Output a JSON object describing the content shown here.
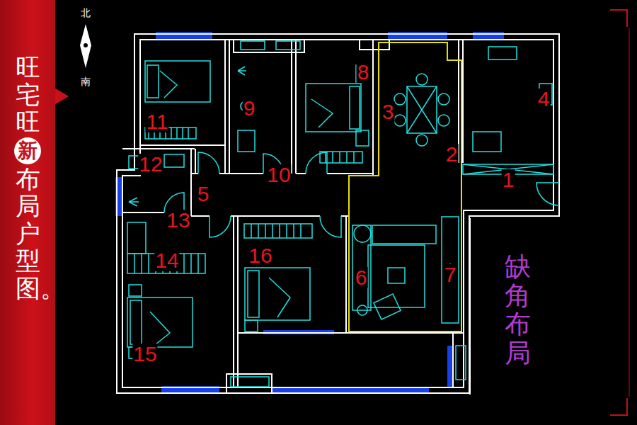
{
  "diagram": {
    "nodes": [
      {
        "text": [
          "旺宅旺",
          "布局户型图。"
        ]
      },
      {
        "text": [
          "新"
        ],
        "in": 0
      },
      {
        "text": [
          "缺角布局"
        ]
      }
    ],
    "labels": [
      "北",
      "南",
      "1",
      "2",
      "3",
      "4",
      "5",
      "6",
      "7",
      "8",
      "9",
      "10",
      "11",
      "12",
      "13",
      "14",
      "15",
      "16"
    ]
  }
}
